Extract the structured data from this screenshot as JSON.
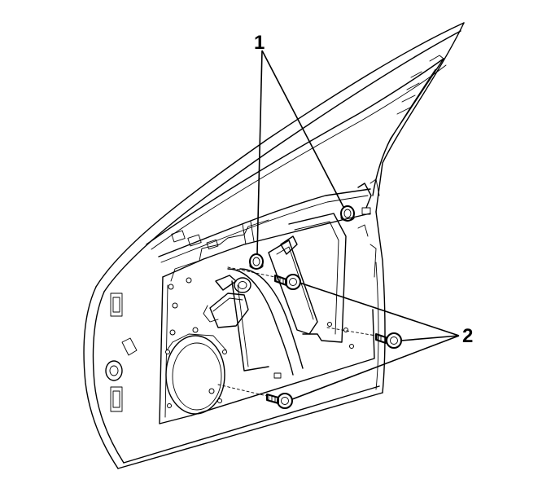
{
  "callouts": [
    {
      "id": "1",
      "label": "1"
    },
    {
      "id": "2",
      "label": "2"
    }
  ],
  "parts": {
    "fasteners_callout_1": [
      "nut-upper-right",
      "nut-center"
    ],
    "fasteners_callout_2": [
      "bolt-center",
      "bolt-right",
      "bolt-lower"
    ]
  }
}
